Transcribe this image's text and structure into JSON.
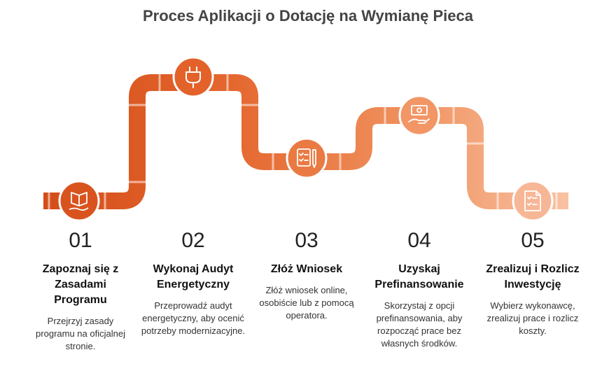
{
  "title": "Proces Aplikacji o Dotację na Wymianę Pieca",
  "colors": {
    "step1": "#d9531e",
    "step2": "#e2622a",
    "step3": "#ea7a43",
    "step4": "#f29666",
    "step5": "#f7b796"
  },
  "steps": [
    {
      "number": "01",
      "title": "Zapoznaj się z Zasadami Programu",
      "desc": "Przejrzyj zasady programu na oficjalnej stronie.",
      "icon": "open-book-hand-icon"
    },
    {
      "number": "02",
      "title": "Wykonaj Audyt Energetyczny",
      "desc": "Przeprowadź audyt energetyczny, aby ocenić potrzeby modernizacyjne.",
      "icon": "plug-icon"
    },
    {
      "number": "03",
      "title": "Złóż Wniosek",
      "desc": "Złóż wniosek online, osobiście lub z pomocą operatora.",
      "icon": "form-pen-icon"
    },
    {
      "number": "04",
      "title": "Uzyskaj Prefinansowanie",
      "desc": "Skorzystaj z opcji prefinansowania, aby rozpocząć prace bez własnych środków.",
      "icon": "money-hand-icon"
    },
    {
      "number": "05",
      "title": "Zrealizuj i Rozlicz Inwestycję",
      "desc": "Wybierz wykonawcę, zrealizuj prace i rozlicz koszty.",
      "icon": "document-checklist-icon"
    }
  ]
}
